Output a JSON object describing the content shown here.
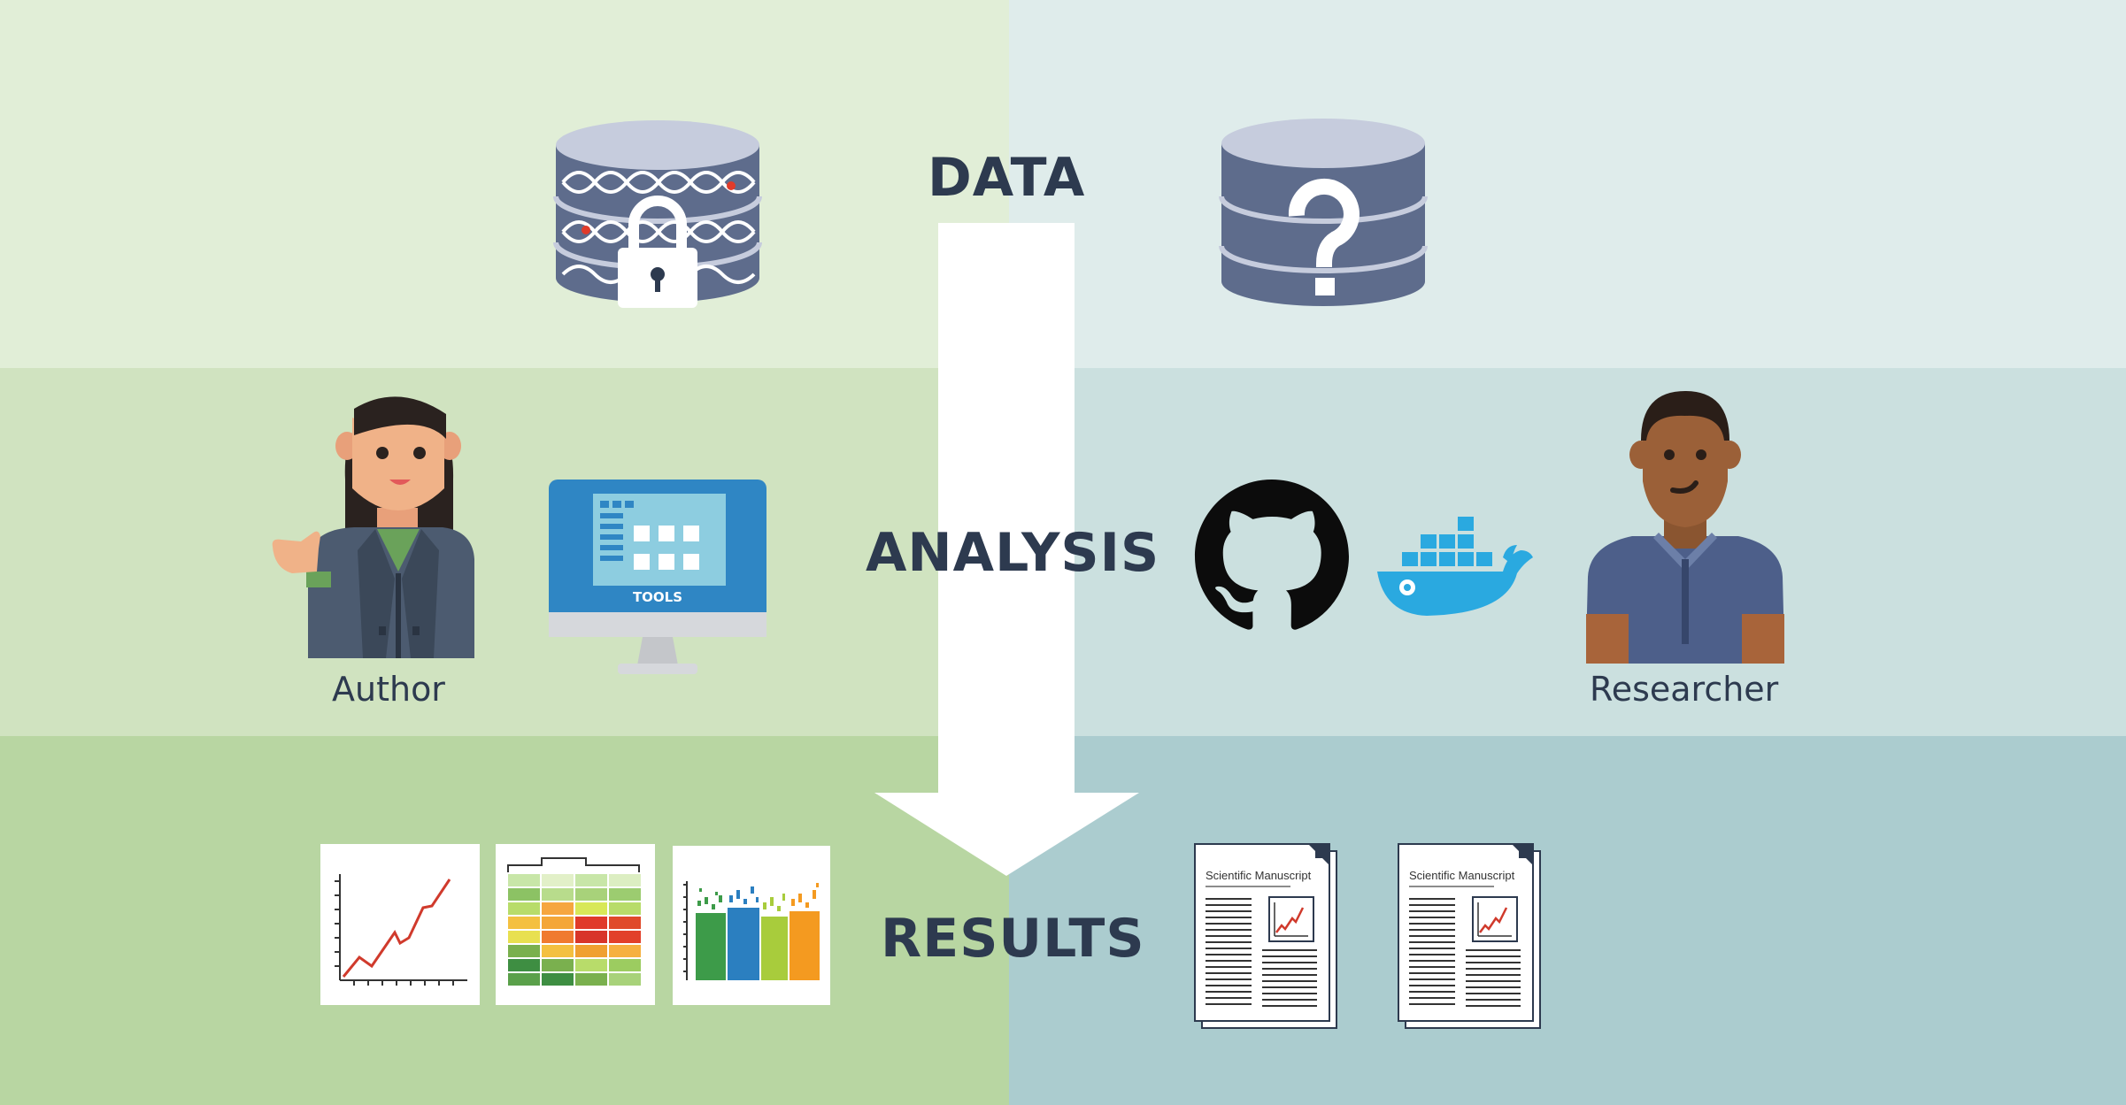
{
  "stages": {
    "data": "DATA",
    "analysis": "ANALYSIS",
    "results": "RESULTS"
  },
  "people": {
    "author": "Author",
    "researcher": "Researcher"
  },
  "computer": {
    "screen_label": "TOOLS"
  },
  "manuscripts": [
    {
      "title": "Scientific Manuscript"
    },
    {
      "title": "Scientific Manuscript"
    }
  ],
  "colors": {
    "left_top": "#e1eed7",
    "left_mid": "#d0e3c0",
    "left_bot": "#b8d6a2",
    "right_top": "#dfeceb",
    "right_mid": "#cbe0df",
    "right_bot": "#abcccf",
    "text": "#2d3a4f",
    "database": "#5e6c8c",
    "database_top": "#c6ccdd",
    "arrow": "#ffffff"
  },
  "icons": [
    "locked-database-icon",
    "unknown-database-icon",
    "github-icon",
    "docker-icon",
    "computer-icon",
    "line-chart-icon",
    "heatmap-icon",
    "bar-chart-icon",
    "manuscript-icon"
  ]
}
